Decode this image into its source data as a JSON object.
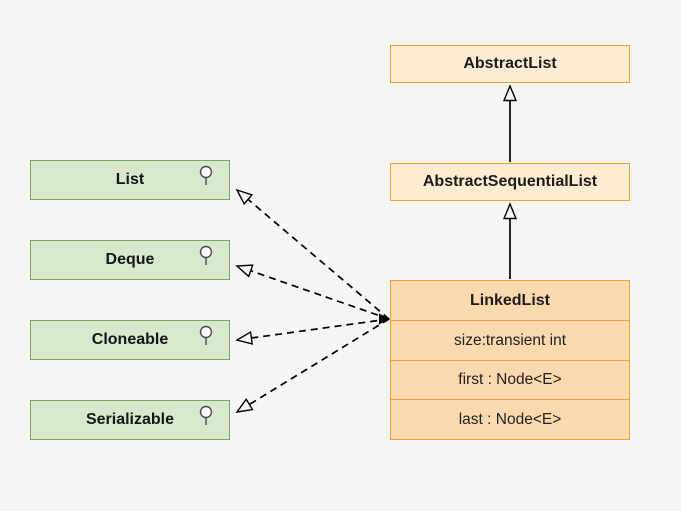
{
  "diagram": {
    "type": "uml-class-diagram",
    "classes": {
      "abstract_list": {
        "label": "AbstractList"
      },
      "abstract_sequential_list": {
        "label": "AbstractSequentialList"
      },
      "linked_list": {
        "label": "LinkedList",
        "fields": [
          "size:transient int",
          "first : Node<E>",
          "last : Node<E>"
        ]
      }
    },
    "interfaces": [
      {
        "label": "List"
      },
      {
        "label": "Deque"
      },
      {
        "label": "Cloneable"
      },
      {
        "label": "Serializable"
      }
    ],
    "relations": [
      {
        "from": "AbstractSequentialList",
        "to": "AbstractList",
        "type": "generalization"
      },
      {
        "from": "LinkedList",
        "to": "AbstractSequentialList",
        "type": "generalization"
      },
      {
        "from": "LinkedList",
        "to": "List",
        "type": "realization"
      },
      {
        "from": "LinkedList",
        "to": "Deque",
        "type": "realization"
      },
      {
        "from": "LinkedList",
        "to": "Cloneable",
        "type": "realization"
      },
      {
        "from": "LinkedList",
        "to": "Serializable",
        "type": "realization"
      }
    ],
    "colors": {
      "class_fill": "#fdecd2",
      "class_fill_strong": "#fbd9ae",
      "class_border": "#e8a33c",
      "interface_fill": "#d7e8cc",
      "interface_border": "#77a65c",
      "background": "#f5f6f4",
      "line": "#000000"
    }
  }
}
